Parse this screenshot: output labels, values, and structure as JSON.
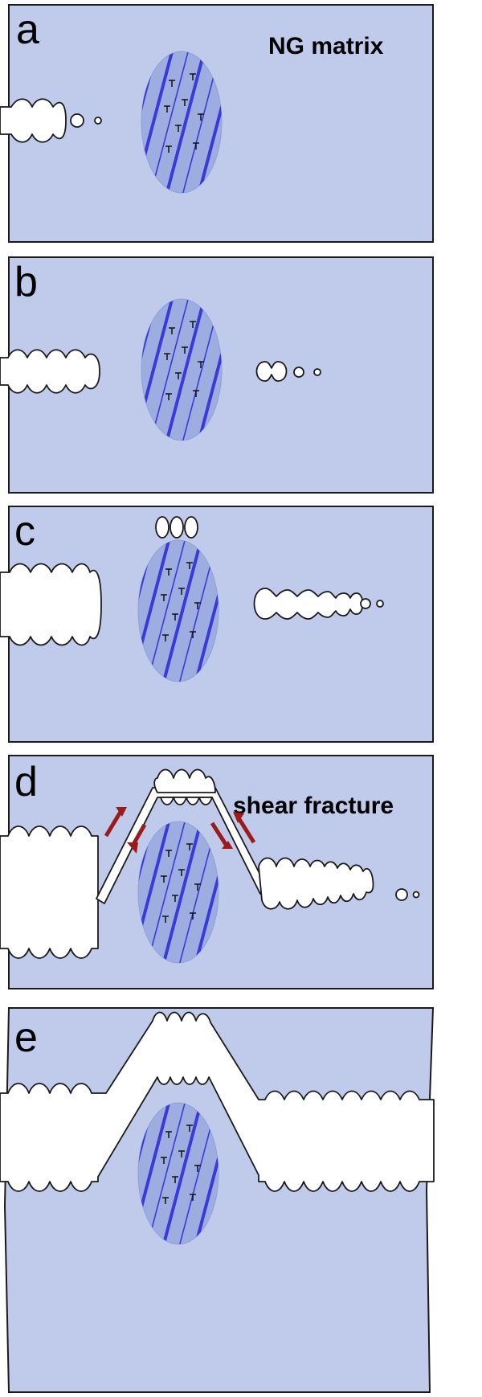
{
  "colors": {
    "matrix": "#c0cbeb",
    "border": "#1a1a1a",
    "grain": "#9daddf",
    "grain_edge": "#8fa0d8",
    "twin": "#3a3ad6",
    "void": "#ffffff",
    "arrow": "#9b1b1b",
    "dislocation": "#111111"
  },
  "panels": [
    {
      "label": "a",
      "annotation": "NG matrix"
    },
    {
      "label": "b",
      "annotation": ""
    },
    {
      "label": "c",
      "annotation": ""
    },
    {
      "label": "d",
      "annotation": "shear fracture"
    },
    {
      "label": "e",
      "annotation": ""
    }
  ]
}
